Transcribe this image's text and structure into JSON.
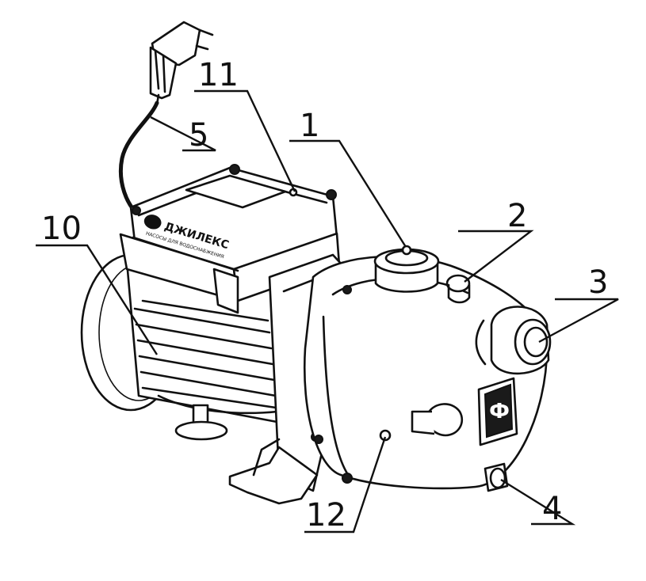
{
  "callouts": [
    {
      "id": "1",
      "text": "1"
    },
    {
      "id": "2",
      "text": "2"
    },
    {
      "id": "3",
      "text": "3"
    },
    {
      "id": "4",
      "text": "4"
    },
    {
      "id": "5",
      "text": "5"
    },
    {
      "id": "10",
      "text": "10"
    },
    {
      "id": "11",
      "text": "11"
    },
    {
      "id": "12",
      "text": "12"
    }
  ],
  "logo": {
    "brand": "ДЖИЛЕКС",
    "tagline": "НАСОСЫ ДЛЯ ВОДОСНАБЖЕНИЯ"
  },
  "colors": {
    "line": "#111111",
    "background": "#ffffff"
  }
}
